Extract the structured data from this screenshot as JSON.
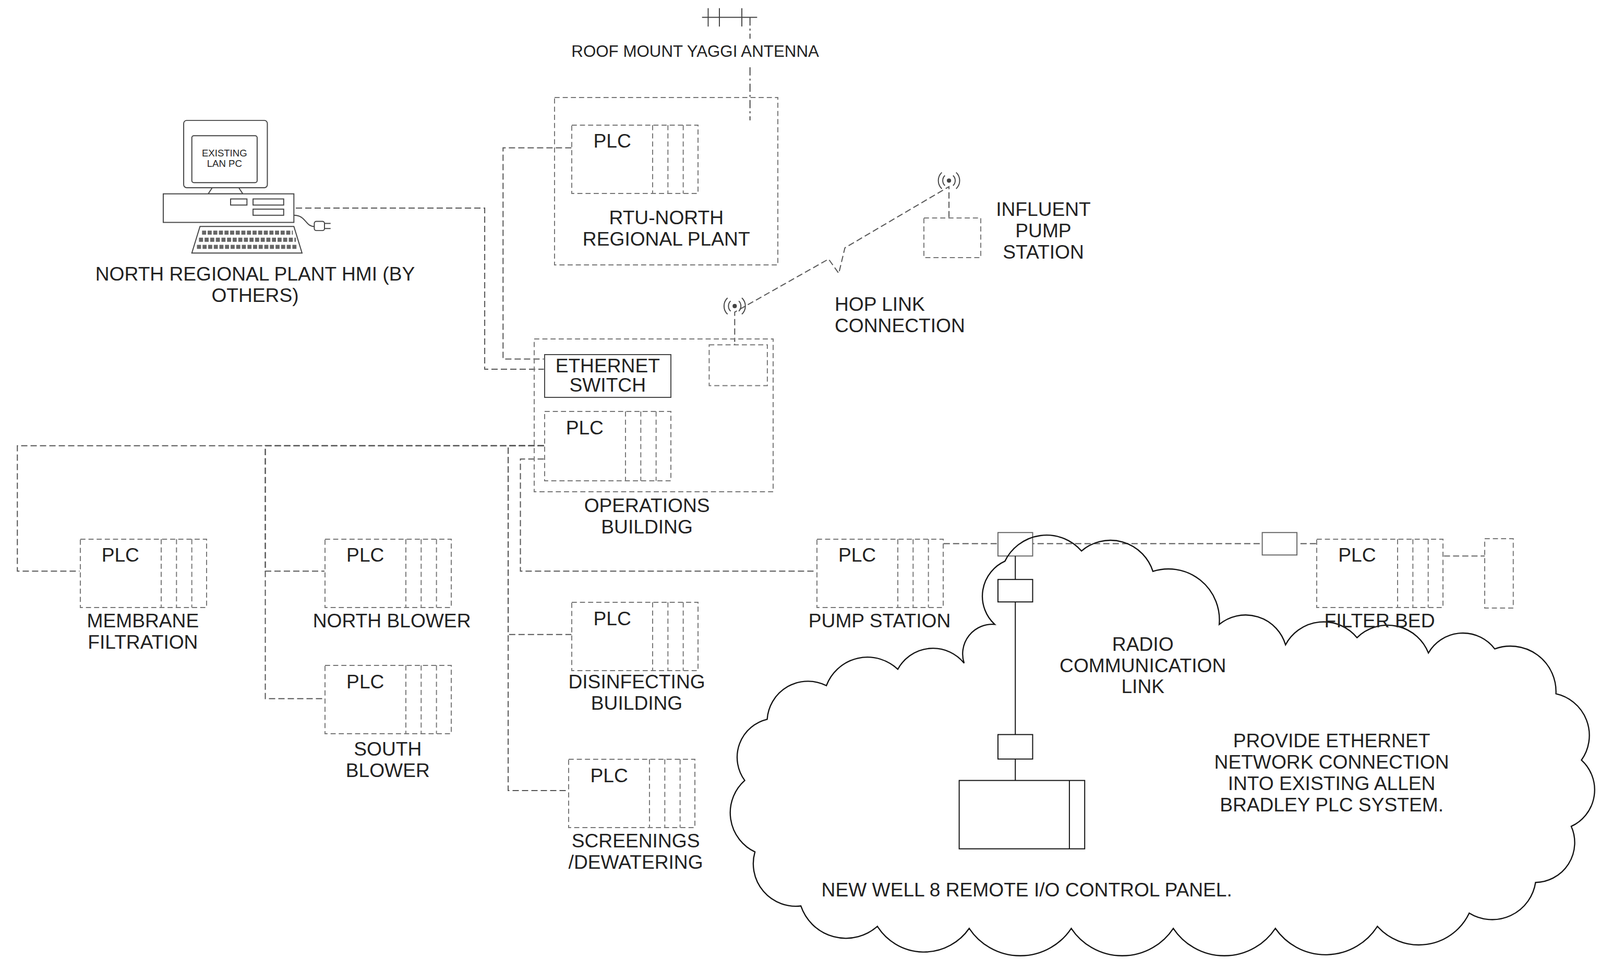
{
  "diagram": {
    "nodes": [
      {
        "text": [
          "EXISTING LAN PC",
          "NORTH REGIONAL PLANT HMI (BY OTHERS)"
        ]
      },
      {
        "text": [
          "RTU-NORTH REGIONAL PLANT"
        ]
      },
      {
        "text": [
          "PLC"
        ],
        "in": 1
      },
      {
        "text": [
          "INFLUENT PUMP STATION"
        ]
      },
      {
        "text": [
          "OPERATIONS BUILDING"
        ]
      },
      {
        "text": [
          "ETHERNET SWITCH"
        ],
        "in": 4
      },
      {
        "text": [
          "PLC"
        ],
        "in": 4
      },
      {
        "text": [
          "PLC",
          "MEMBRANE FILTRATION"
        ]
      },
      {
        "text": [
          "PLC",
          "NORTH BLOWER"
        ]
      },
      {
        "text": [
          "PLC",
          "SOUTH BLOWER"
        ]
      },
      {
        "text": [
          "PLC",
          "DISINFECTING BUILDING"
        ]
      },
      {
        "text": [
          "PLC",
          "SCREENINGS /DEWATERING"
        ]
      },
      {
        "text": [
          "PLC",
          "PUMP STATION"
        ]
      },
      {
        "text": [
          "PLC",
          "FILTER BED"
        ]
      },
      {
        "text": [
          "RADIO COMMUNICATION LINK",
          "PROVIDE ETHERNET NETWORK CONNECTION INTO EXISTING ALLEN BRADLEY PLC SYSTEM.",
          "NEW WELL 8 REMOTE I/O CONTROL PANEL."
        ]
      }
    ],
    "edges": [
      {
        "from": 0,
        "to": 5,
        "arrow": "none"
      },
      {
        "from": 2,
        "to": 5,
        "arrow": "none"
      },
      {
        "from": 3,
        "to": 4,
        "label": "HOP LINK CONNECTION",
        "arrow": "none"
      },
      {
        "from": 6,
        "to": 7,
        "arrow": "none"
      },
      {
        "from": 6,
        "to": 8,
        "arrow": "none"
      },
      {
        "from": 6,
        "to": 9,
        "arrow": "none"
      },
      {
        "from": 6,
        "to": 10,
        "arrow": "none"
      },
      {
        "from": 6,
        "to": 11,
        "arrow": "none"
      },
      {
        "from": 6,
        "to": 12,
        "arrow": "none"
      },
      {
        "from": 12,
        "to": 13,
        "arrow": "none"
      }
    ],
    "labels": [
      "ROOF MOUNT YAGGI ANTENNA"
    ]
  }
}
